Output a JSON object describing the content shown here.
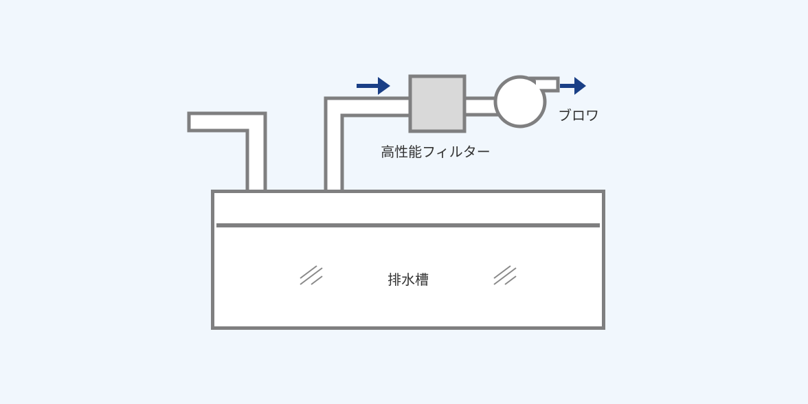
{
  "labels": {
    "filter": "高性能フィルター",
    "blower": "ブロワ",
    "tank": "排水槽"
  },
  "colors": {
    "background": "#f1f7fd",
    "outline": "#7f7f80",
    "filter_fill": "#d9d9d9",
    "arrow": "#1a3f86",
    "text": "#333333"
  },
  "icons": [
    "flow-arrow-icon",
    "water-hatch-icon"
  ]
}
